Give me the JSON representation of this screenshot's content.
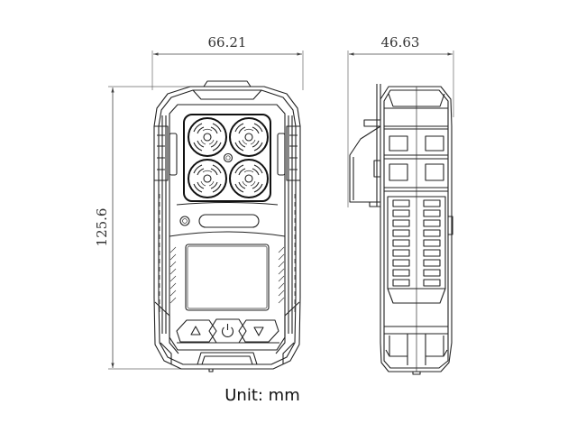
{
  "drawing": {
    "subject": "portable 4-gas detector",
    "front_view": {
      "width_dimension": "66.21",
      "height_dimension": "125.6",
      "sensors": 4,
      "buttons": [
        {
          "name": "up",
          "icon": "triangle-up"
        },
        {
          "name": "power",
          "icon": "power"
        },
        {
          "name": "down",
          "icon": "triangle-down"
        }
      ]
    },
    "side_view": {
      "depth_dimension": "46.63"
    },
    "unit_label": "Unit: mm"
  },
  "colors": {
    "line": "#222222",
    "background": "#ffffff"
  }
}
